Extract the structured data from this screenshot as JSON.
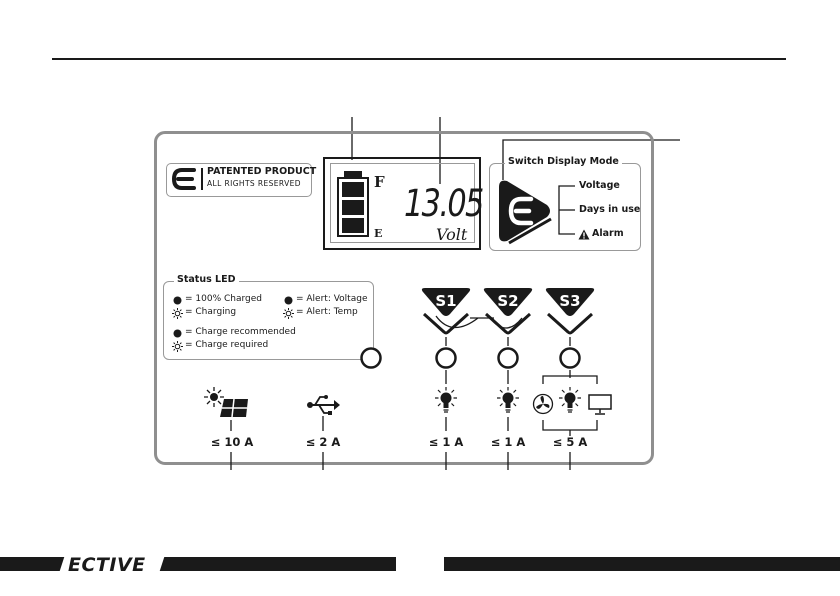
{
  "badge": {
    "line1": "PATENTED PRODUCT",
    "line2": "ALL RIGHTS RESERVED"
  },
  "lcd": {
    "battery_full": "F",
    "battery_empty": "E",
    "value": "13.05",
    "unit": "Volt"
  },
  "display_mode": {
    "title": "Switch Display Mode",
    "button_glyph": "E",
    "options": [
      "Voltage",
      "Days in use",
      "Alarm"
    ],
    "alarm_icon": "warning-triangle-icon"
  },
  "status_led": {
    "title": "Status LED",
    "legend": [
      {
        "symbol": "dot",
        "text": "= 100% Charged"
      },
      {
        "symbol": "dot",
        "text": "= Alert: Voltage"
      },
      {
        "symbol": "sun",
        "text": "= Charging"
      },
      {
        "symbol": "sun",
        "text": "= Alert: Temp"
      },
      {
        "symbol": "dot",
        "text": "= Charge recommended"
      },
      {
        "symbol": "sun",
        "text": "= Charge required"
      }
    ]
  },
  "switches": [
    "S1",
    "S2",
    "S3"
  ],
  "outputs": [
    {
      "icon": "solar-panel-icon",
      "limit": "≤ 10 A"
    },
    {
      "icon": "usb-icon",
      "limit": "≤ 2 A"
    },
    {
      "icon": "lamp-icon",
      "limit": "≤ 1 A"
    },
    {
      "icon": "lamp-icon",
      "limit": "≤ 1 A"
    },
    {
      "icon": "fan-lamp-monitor-icon",
      "limit": "≤ 5 A"
    }
  ],
  "footer": {
    "brand": "ECTIVE"
  },
  "colors": {
    "ink": "#1a1a1a",
    "panel_border": "#8f8f8f"
  }
}
